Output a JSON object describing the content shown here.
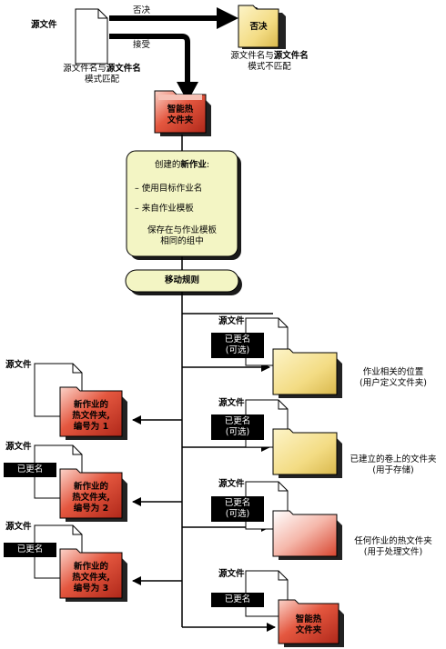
{
  "colors": {
    "doc_fill": "#ffffff",
    "red_folder": "#e0442e",
    "yellow_folder": "#f5e08a",
    "process_box": "#f3f5c4",
    "arrow": "#000000"
  },
  "top": {
    "source_label": "源文件",
    "reject_label": "否决",
    "accept_label": "接受",
    "reject_folder": "否决",
    "match_line1_a": "源文件名与",
    "match_line1_b": "源文件名",
    "match_line2": "模式匹配",
    "nomatch_line1_a": "源文件名与",
    "nomatch_line1_b": "源文件名",
    "nomatch_line2": "模式不匹配"
  },
  "hot_folder": {
    "line1": "智能热",
    "line2": "文件夹"
  },
  "process": {
    "title_a": "创建的",
    "title_b": "新作业",
    "title_c": ":",
    "item1": "– 使用目标作业名",
    "item2": "– 来自作业模板",
    "save1": "保存在与作业模板",
    "save2": "相同的组中"
  },
  "move_rules": "移动规则",
  "left": [
    {
      "source": "源文件",
      "renamed": "",
      "f1": "新作业的",
      "f2": "热文件夹,",
      "f3": "编号为 1"
    },
    {
      "source": "源文件",
      "renamed": "已更名",
      "f1": "新作业的",
      "f2": "热文件夹,",
      "f3": "编号为 2"
    },
    {
      "source": "源文件",
      "renamed": "已更名",
      "f1": "新作业的",
      "f2": "热文件夹,",
      "f3": "编号为 3"
    }
  ],
  "right": [
    {
      "source": "源文件",
      "tag1": "已更名",
      "tag2": "(可选)",
      "desc1": "作业相关的位置",
      "desc2": "(用户定义文件夹)"
    },
    {
      "source": "源文件",
      "tag1": "已更名",
      "tag2": "(可选)",
      "desc1": "已建立的卷上的文件夹",
      "desc2": "(用于存储)"
    },
    {
      "source": "源文件",
      "tag1": "已更名",
      "tag2": "(可选)",
      "desc1": "任何作业的热文件夹",
      "desc2": "(用于处理文件)"
    },
    {
      "source": "源文件",
      "tag1": "已更名",
      "tag2": "",
      "f1": "智能热",
      "f2": "文件夹"
    }
  ]
}
